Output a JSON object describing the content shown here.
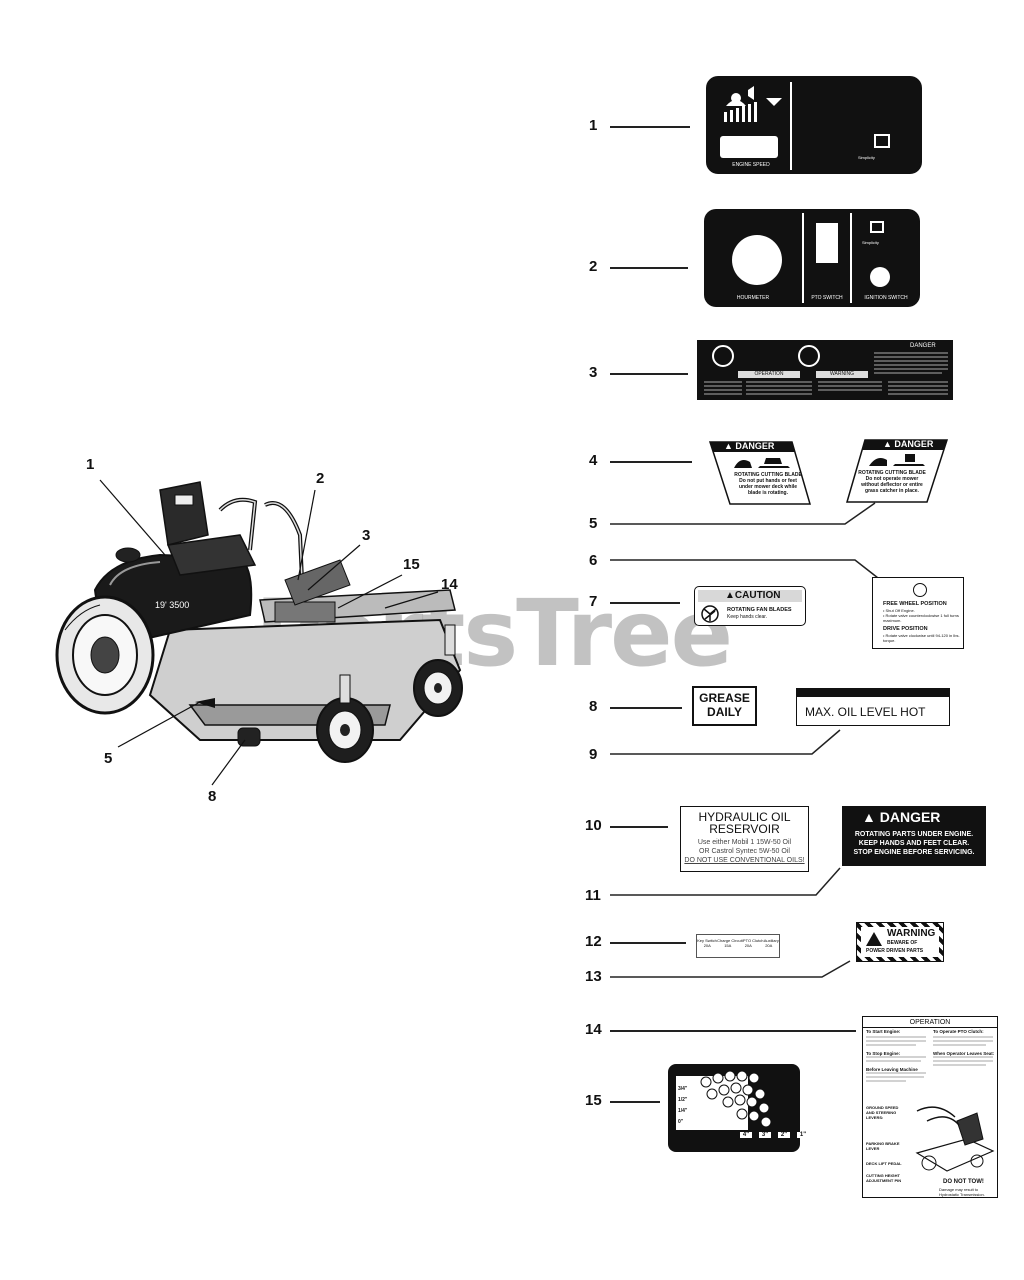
{
  "watermark": {
    "text": "PartsTree",
    "mark": "™"
  },
  "mower": {
    "hood_text": "19' 3500",
    "callouts": [
      "1",
      "2",
      "3",
      "15",
      "14",
      "5",
      "8"
    ]
  },
  "right_numbers": [
    "1",
    "2",
    "3",
    "4",
    "5",
    "6",
    "7",
    "8",
    "9",
    "10",
    "11",
    "12",
    "13",
    "14",
    "15"
  ],
  "decal1": {
    "label": "ENGINE SPEED",
    "brand": "Simplicity"
  },
  "decal2": {
    "hourmeter": "HOURMETER",
    "pto": "PTO SWITCH",
    "ignition": "IGNITION SWITCH",
    "brand": "Simplicity"
  },
  "decal3": {
    "danger": "DANGER",
    "operation": "OPERATION",
    "warning": "WARNING"
  },
  "decal4": {
    "header": "DANGER",
    "line1": "ROTATING CUTTING BLADE",
    "line2": "Do not put hands or feet",
    "line3": "under mower deck while",
    "line4": "blade is rotating."
  },
  "decal5": {
    "header": "DANGER",
    "line1": "ROTATING CUTTING BLADE",
    "line2": "Do not operate mower",
    "line3": "without deflector or entire",
    "line4": "grass catcher in place."
  },
  "decal6": {
    "title1": "FREE WHEEL POSITION",
    "b1": "• Shut Off Engine.",
    "b2": "• Rotate valve counterclockwise 1 full turns maximum.",
    "title2": "DRIVE POSITION",
    "b3": "• Rotate valve clockwise until 94-120 in lbs. torque."
  },
  "decal7": {
    "header": "CAUTION",
    "line1": "ROTATING FAN BLADES",
    "line2": "Keep hands clear."
  },
  "decal8": {
    "line1": "GREASE",
    "line2": "DAILY"
  },
  "decal9": {
    "text": "MAX. OIL LEVEL HOT"
  },
  "decal10": {
    "line1": "HYDRAULIC OIL",
    "line2": "RESERVOIR",
    "line3": "Use either Mobil 1 15W-50 Oil",
    "line4": "OR Castrol Syntec 5W-50 Oil",
    "line5": "DO NOT USE CONVENTIONAL OILS!"
  },
  "decal11": {
    "header": "DANGER",
    "line1": "ROTATING PARTS UNDER ENGINE.",
    "line2": "KEEP HANDS AND FEET CLEAR.",
    "line3": "STOP ENGINE BEFORE SERVICING."
  },
  "decal12": {
    "headers": [
      "Key Switch",
      "Charge Circuit",
      "PTO Clutch",
      "Auxiliary"
    ],
    "values": [
      "20A",
      "15A",
      "20A",
      "20A"
    ]
  },
  "decal13": {
    "header": "WARNING",
    "line1": "BEWARE OF",
    "line2": "POWER DRIVEN PARTS"
  },
  "decal14": {
    "title": "OPERATION",
    "start": "To Start Engine:",
    "stop": "To Stop Engine:",
    "leaving": "Before Leaving Machine",
    "pto": "To Operate PTO Clutch:",
    "operator": "When Operator Leaves Seat:",
    "ground": "GROUND SPEED AND STEERING LEVERS:",
    "parking": "PARKING BRAKE LEVER",
    "deck": "DECK LIFT PEDAL",
    "cutting": "CUTTING HEIGHT ADJUSTMENT PIN",
    "dont": "DO NOT TOW!",
    "damage": "Damage may result to Hydrostatic Transmission."
  },
  "decal15": {
    "heights": [
      "3/4\"",
      "1/2\"",
      "1/4\"",
      "0\""
    ],
    "inches": [
      "4\"",
      "3\"",
      "2\"",
      "1\""
    ]
  }
}
